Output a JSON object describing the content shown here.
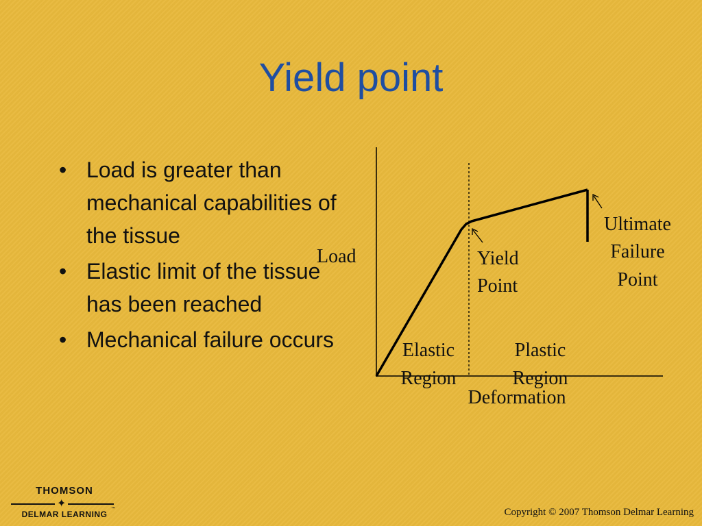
{
  "slide": {
    "title": "Yield point",
    "bullets": [
      "Load is greater than mechanical capabilities of the tissue",
      "Elastic limit of the tissue has been reached",
      "Mechanical failure occurs"
    ]
  },
  "diagram": {
    "y_axis_label": "Load",
    "x_axis_label": "Deformation",
    "yield_point_label": [
      "Yield",
      "Point"
    ],
    "ultimate_failure_label": [
      "Ultimate",
      "Failure",
      "Point"
    ],
    "elastic_region_label": [
      "Elastic",
      "Region"
    ],
    "plastic_region_label": [
      "Plastic",
      "Region"
    ],
    "line_color": "#000000"
  },
  "footer": {
    "logo_top": "THOMSON",
    "logo_bottom": "DELMAR LEARNING",
    "logo_tm": "™",
    "copyright": "Copyright © 2007 Thomson Delmar Learning"
  }
}
